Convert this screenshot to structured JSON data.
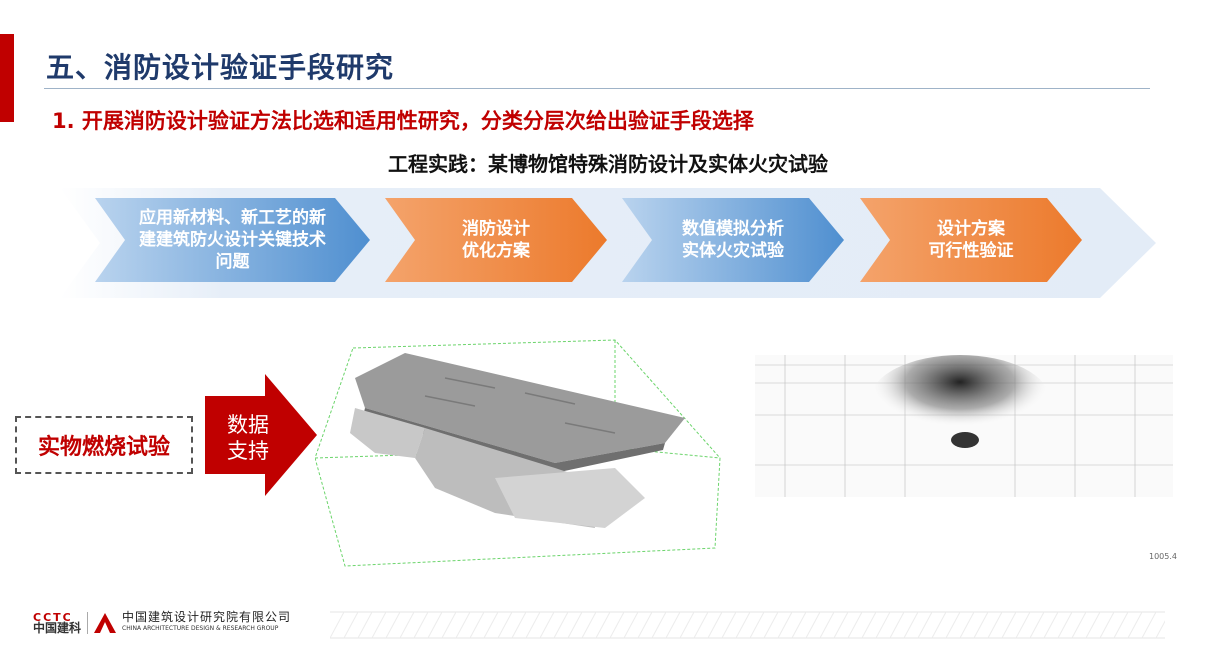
{
  "title": "五、消防设计验证手段研究",
  "subtitle": "1. 开展消防设计验证方法比选和适用性研究，分类分层次给出验证手段选择",
  "heading": "工程实践：某博物馆特殊消防设计及实体火灾试验",
  "steps": [
    {
      "label": "应用新材料、新工艺的新建建筑防火设计关键技术问题",
      "color": "#5b9bd5"
    },
    {
      "label": "消防设计优化方案",
      "color": "#ed7d31"
    },
    {
      "label": "数值模拟分析实体火灾试验",
      "color": "#5b9bd5"
    },
    {
      "label": "设计方案可行性验证",
      "color": "#ed7d31"
    }
  ],
  "steps_lines": [
    [
      "应用新材料、新工艺的新",
      "建建筑防火设计关键技术",
      "问题"
    ],
    [
      "消防设计",
      "优化方案"
    ],
    [
      "数值模拟分析",
      "实体火灾试验"
    ],
    [
      "设计方案",
      "可行性验证"
    ]
  ],
  "experiment_label": "实物燃烧试验",
  "arrow_label": [
    "数据",
    "支持"
  ],
  "sim_value": "1005.4",
  "footer": {
    "logo_cctc": "CCTC",
    "logo_cn": "中国建科",
    "company_cn": "中国建筑设计研究院有限公司",
    "company_en": "CHINA ARCHITECTURE DESIGN & RESEARCH GROUP"
  },
  "colors": {
    "red": "#c00000",
    "navy": "#1f3a6b",
    "blue": "#5b9bd5",
    "orange": "#ed7d31"
  }
}
